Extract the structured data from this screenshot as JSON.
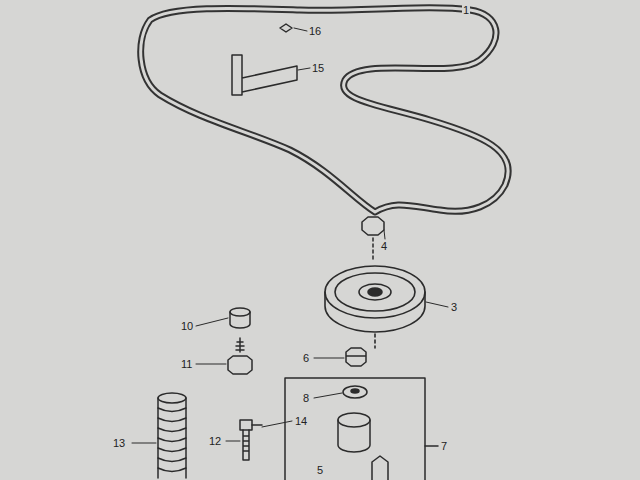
{
  "diagram": {
    "labels": [
      "1",
      "16",
      "15",
      "4",
      "3",
      "10",
      "11",
      "6",
      "8",
      "7",
      "13",
      "12",
      "14",
      "5"
    ]
  }
}
